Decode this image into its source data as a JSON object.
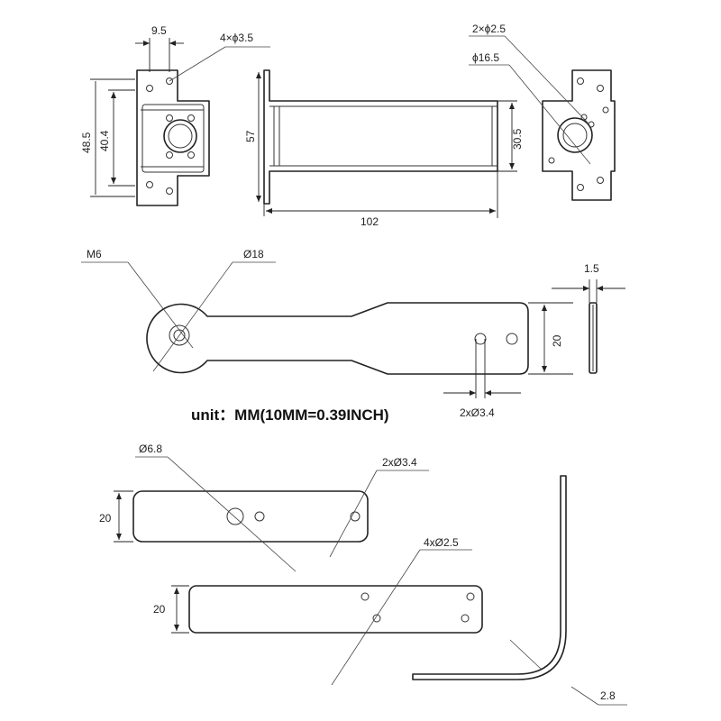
{
  "unit_note": "unit：MM(10MM=0.39INCH)",
  "top_front": {
    "width": "9.5",
    "holes": "4×ϕ3.5",
    "outer_height": "48.5",
    "inner_height": "40.4"
  },
  "top_side": {
    "height": "57",
    "inner_height": "30.5",
    "length": "102"
  },
  "top_back": {
    "holes": "2×ϕ2.5",
    "bore": "ϕ16.5"
  },
  "servo_arm": {
    "thread": "M6",
    "hub": "Ø18",
    "thickness": "1.5",
    "width": "20",
    "holes": "2xØ3.4"
  },
  "flat_bar_a": {
    "big_hole": "Ø6.8",
    "holes": "2xØ3.4",
    "width": "20"
  },
  "flat_bar_b": {
    "holes": "4xØ2.5",
    "width": "20"
  },
  "angle_bracket": {
    "thickness": "2.8"
  }
}
